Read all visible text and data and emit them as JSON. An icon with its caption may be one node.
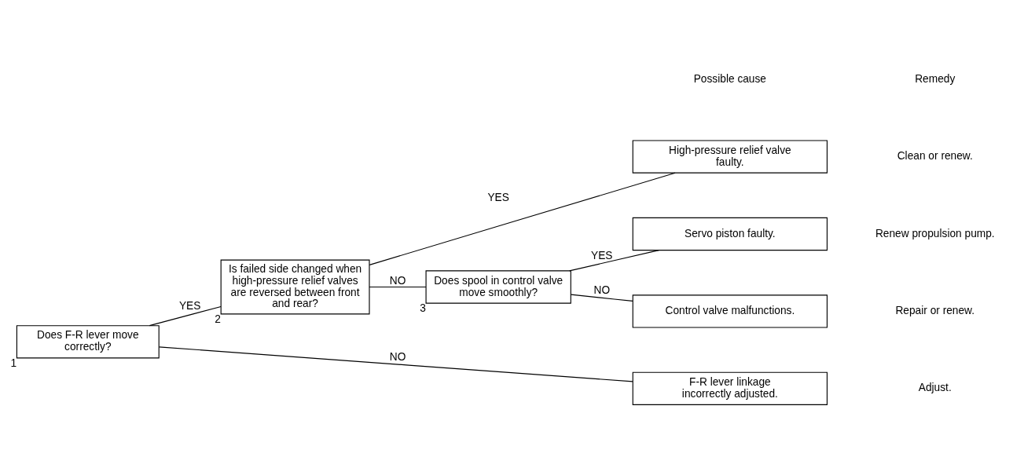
{
  "diagram": {
    "nodes": [
      {
        "text": [
          "Does F-R lever move correctly?"
        ],
        "beside": [
          "1"
        ]
      },
      {
        "text": [
          "Is failed side changed when high-pressure relief valves are reversed between front and rear?"
        ],
        "beside": [
          "2"
        ]
      },
      {
        "text": [
          "Does spool in control valve move smoothly?"
        ],
        "beside": [
          "3"
        ]
      },
      {
        "text": [
          "High-pressure relief valve faulty."
        ]
      },
      {
        "text": [
          "Servo piston faulty."
        ]
      },
      {
        "text": [
          "Control valve malfunctions."
        ]
      },
      {
        "text": [
          "F-R lever linkage incorrectly adjusted."
        ]
      }
    ],
    "edges": [
      {
        "from": 0,
        "to": 1,
        "arrow": "none",
        "label": "YES"
      },
      {
        "from": 0,
        "to": 6,
        "arrow": "none",
        "label": "NO"
      },
      {
        "from": 1,
        "to": 3,
        "arrow": "none",
        "label": "YES"
      },
      {
        "from": 1,
        "to": 2,
        "arrow": "none",
        "label": "NO"
      },
      {
        "from": 2,
        "to": 4,
        "arrow": "none",
        "label": "YES"
      },
      {
        "from": 2,
        "to": 5,
        "arrow": "none",
        "label": "NO"
      }
    ],
    "labels": [
      "Possible cause",
      "Remedy",
      "Clean or renew.",
      "Renew propulsion pump.",
      "Repair or renew.",
      "Adjust."
    ]
  }
}
